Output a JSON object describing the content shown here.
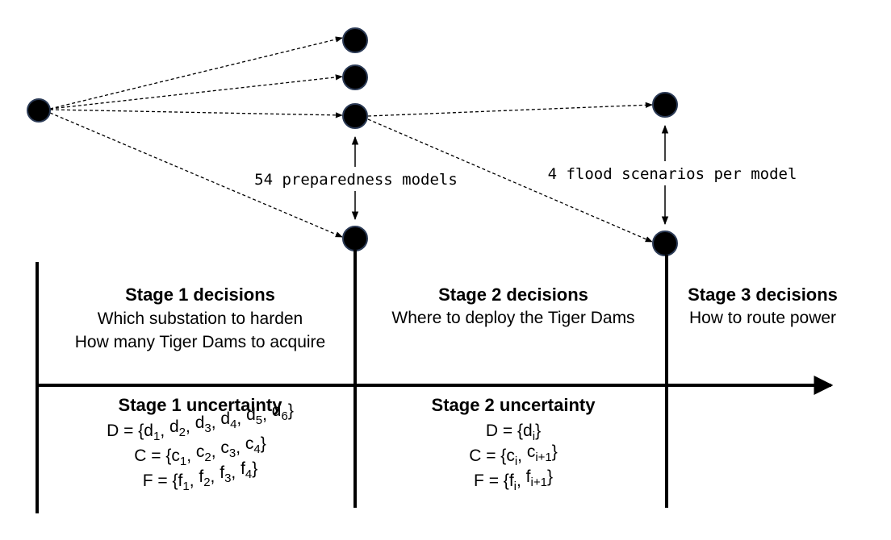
{
  "annotations": {
    "models": "54 preparedness models",
    "scenarios": "4 flood scenarios per model"
  },
  "stages": {
    "s1": {
      "decisions_title": "Stage 1 decisions",
      "decision_1": "Which substation to harden",
      "decision_2": "How many Tiger Dams to acquire",
      "uncertainty_title": "Stage 1 uncertainty",
      "sets": [
        {
          "lhs": "D = {",
          "items": [
            [
              "d",
              "1"
            ],
            [
              "d",
              "2"
            ],
            [
              "d",
              "3"
            ],
            [
              "d",
              "4"
            ],
            [
              "d",
              "5"
            ],
            [
              "d",
              "6"
            ]
          ]
        },
        {
          "lhs": "C = {",
          "items": [
            [
              "c",
              "1"
            ],
            [
              "c",
              "2"
            ],
            [
              "c",
              "3"
            ],
            [
              "c",
              "4"
            ]
          ]
        },
        {
          "lhs": "F = {",
          "items": [
            [
              "f",
              "1"
            ],
            [
              "f",
              "2"
            ],
            [
              "f",
              "3"
            ],
            [
              "f",
              "4"
            ]
          ]
        }
      ]
    },
    "s2": {
      "decisions_title": "Stage 2 decisions",
      "decision_1": "Where to deploy the Tiger Dams",
      "uncertainty_title": "Stage 2 uncertainty",
      "sets": [
        {
          "lhs": "D = {",
          "items": [
            [
              "d",
              "i"
            ]
          ]
        },
        {
          "lhs": "C = {",
          "items": [
            [
              "c",
              "i"
            ],
            [
              "c",
              "i+1"
            ]
          ]
        },
        {
          "lhs": "F = {",
          "items": [
            [
              "f",
              "i"
            ],
            [
              "f",
              "i+1"
            ]
          ]
        }
      ]
    },
    "s3": {
      "decisions_title": "Stage 3 decisions",
      "decision_1": "How to route power"
    }
  }
}
